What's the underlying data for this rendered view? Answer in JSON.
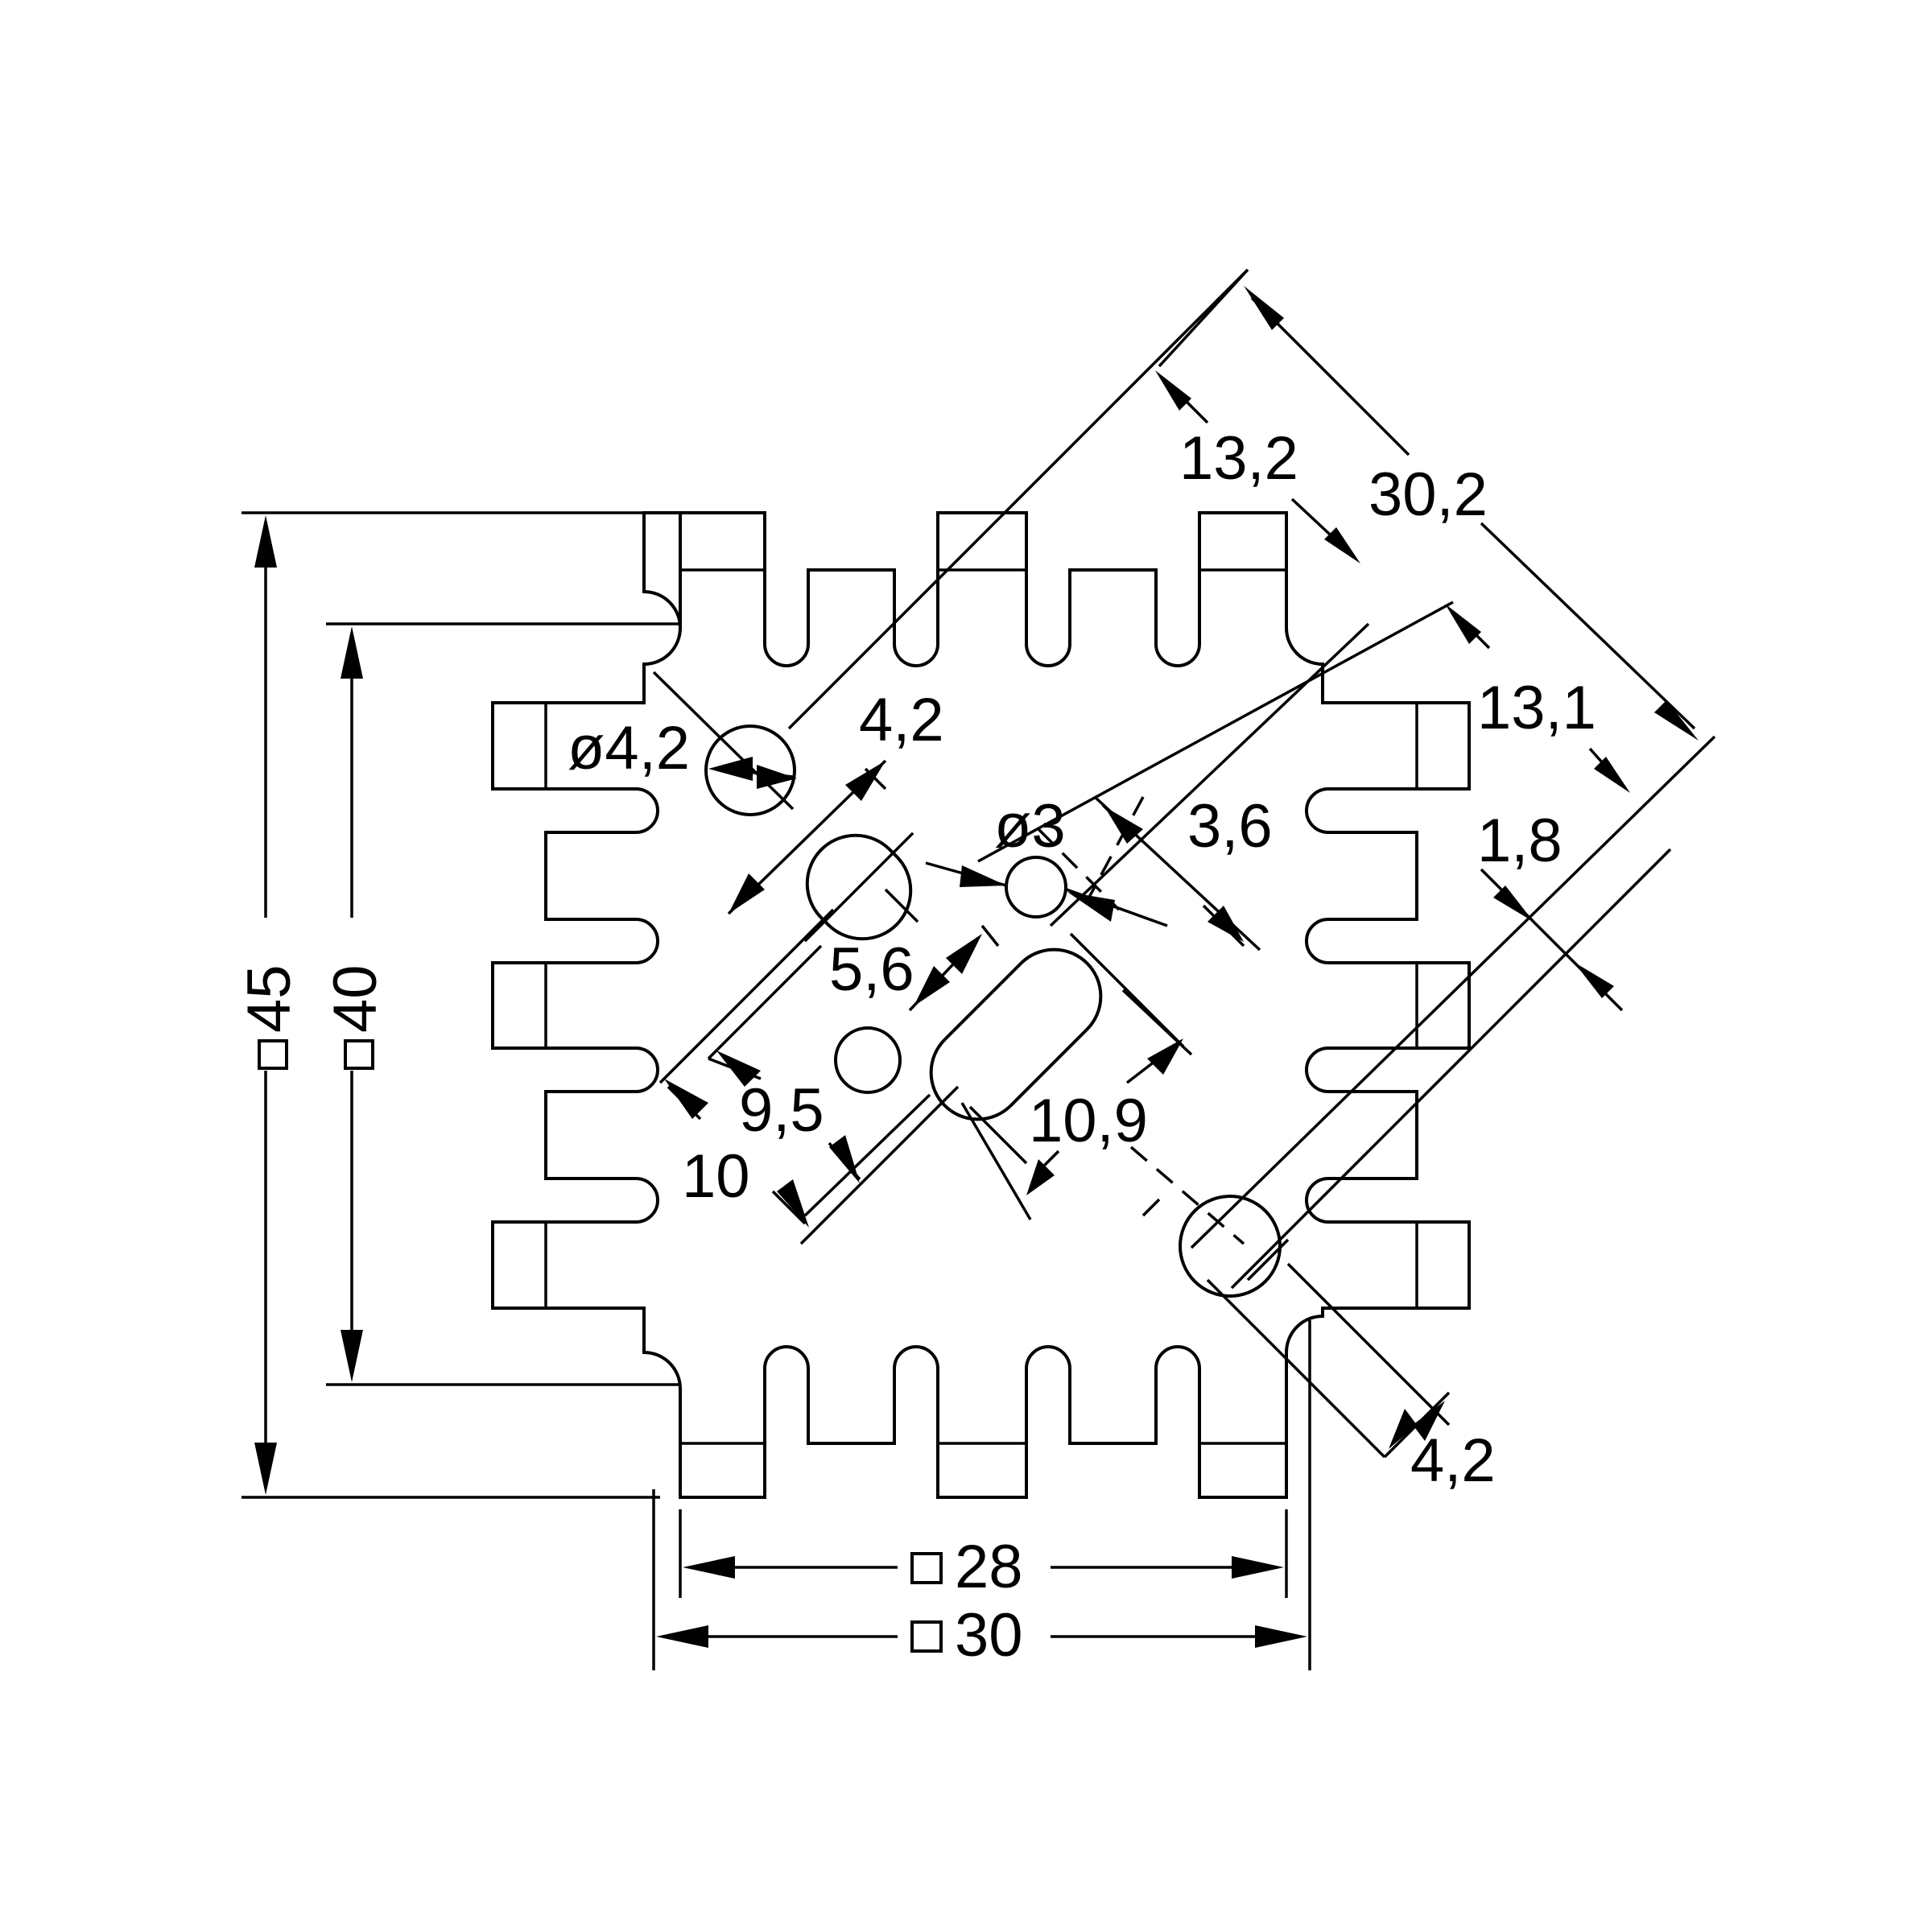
{
  "drawing": {
    "dimensions": {
      "overall_height": {
        "symbol": "□",
        "value": "45"
      },
      "body_height": {
        "symbol": "□",
        "value": "40"
      },
      "inner_width": {
        "symbol": "□",
        "value": "28"
      },
      "body_width": {
        "symbol": "□",
        "value": "30"
      },
      "diagonal_total": "30,2",
      "diagonal_upper": "13,2",
      "diagonal_right": "13,1",
      "rail_gap": "1,8",
      "hole_large": "ø4,2",
      "hole_small": "ø3",
      "slot_width_top": "4,2",
      "slot_width_bottom": "4,2",
      "slot_span": "3,6",
      "slot_offset": "5,6",
      "slot_length": "10,9",
      "pitch_inner": "9,5",
      "pitch_outer": "10"
    },
    "colors": {
      "line": "#000000",
      "background": "#ffffff"
    }
  }
}
